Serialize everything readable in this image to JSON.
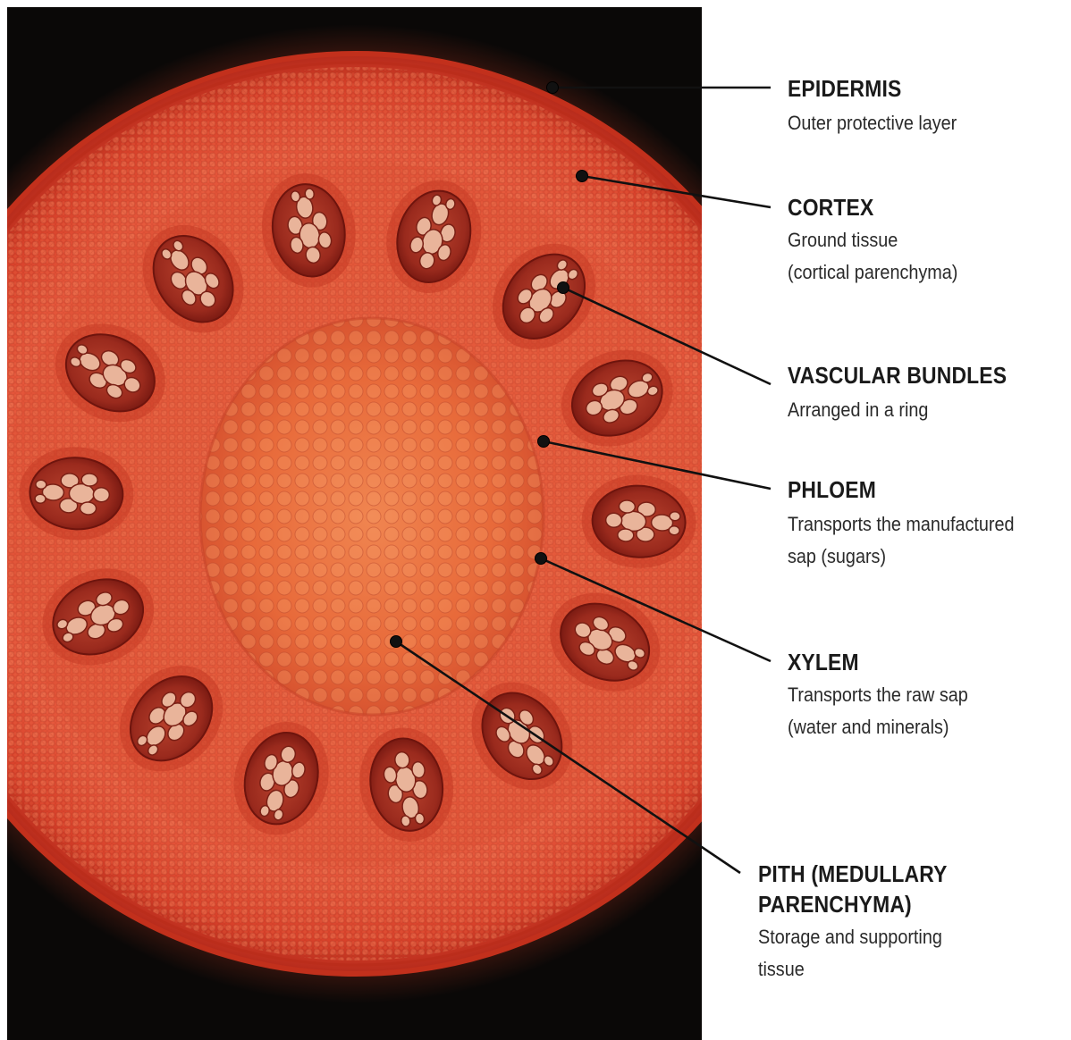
{
  "labels": [
    {
      "id": "epidermis",
      "title": "EPIDERMIS",
      "description": [
        "Outer protective layer"
      ]
    },
    {
      "id": "cortex",
      "title": "CORTEX",
      "description": [
        "Ground tissue",
        "(cortical parenchyma)"
      ]
    },
    {
      "id": "vascular-bundles",
      "title": "VASCULAR BUNDLES",
      "description": [
        "Arranged in a ring"
      ]
    },
    {
      "id": "phloem",
      "title": "PHLOEM",
      "description": [
        "Transports the manufactured",
        "sap (sugars)"
      ]
    },
    {
      "id": "xylem",
      "title": "XYLEM",
      "description": [
        "Transports the raw sap",
        "(water and minerals)"
      ]
    },
    {
      "id": "pith",
      "title": [
        "PITH (MEDULLARY",
        "PARENCHYMA)"
      ],
      "description": [
        "Storage and supporting",
        "tissue"
      ]
    }
  ],
  "colors": {
    "background_panel": "#0a0807",
    "stem_outer": "#c8321f",
    "stem_cortex": "#e8573a",
    "pith": "#e0652f",
    "bundle_sheath": "#8a1e17",
    "vessel": "#e8b8a0",
    "leader_line": "#111111"
  }
}
